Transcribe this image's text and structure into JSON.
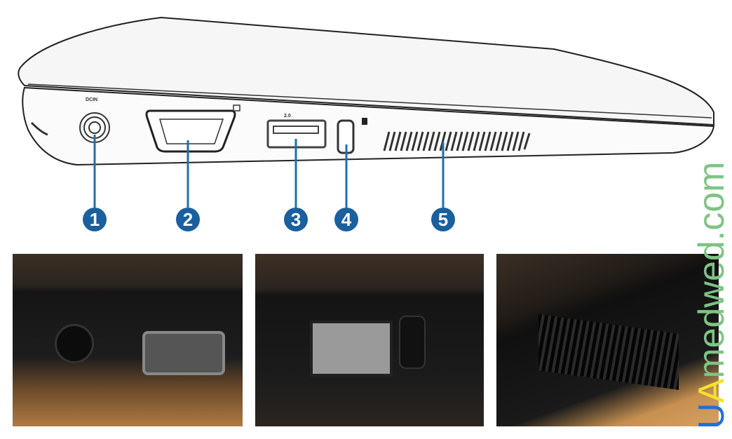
{
  "diagram": {
    "callouts": [
      "1",
      "2",
      "3",
      "4",
      "5"
    ],
    "port_labels": {
      "dc_in": "DCIN",
      "usb_version": "2.0"
    }
  },
  "photos": [
    {
      "subject": "dc-in-and-vga-photo"
    },
    {
      "subject": "usb-and-lock-photo"
    },
    {
      "subject": "air-vent-photo"
    }
  ],
  "watermark": {
    "u": "U",
    "a": "A",
    "rest": "medwed.com",
    "colors": {
      "u": "#1e6fe0",
      "a": "#f2e22a",
      "rest": "#86c08a"
    }
  }
}
